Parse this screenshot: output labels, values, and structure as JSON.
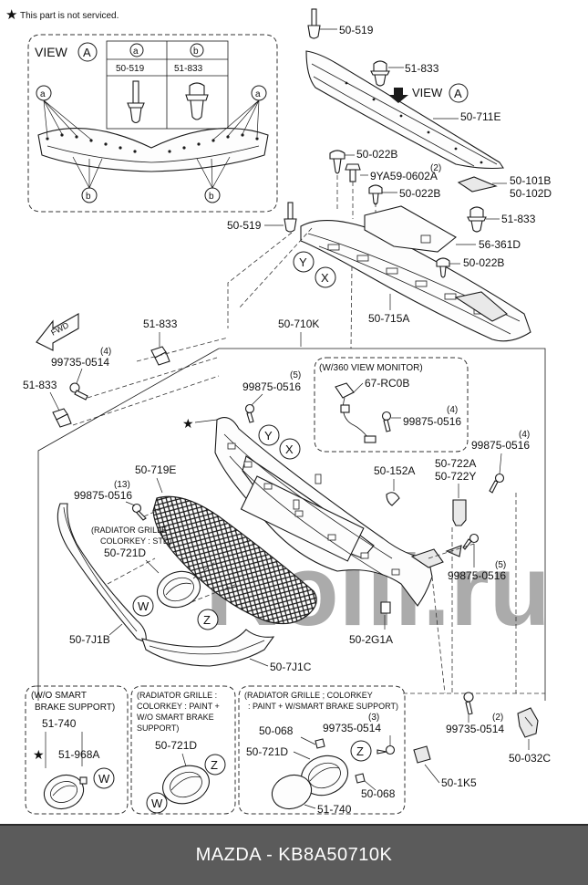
{
  "legend": {
    "star": "★",
    "text": "This part is not serviced."
  },
  "view_box": {
    "title": "VIEW",
    "view_letter": "A",
    "col_a_letter": "a",
    "col_b_letter": "b",
    "col_a_part": "50-519",
    "col_b_part": "51-833",
    "callout_a": "a",
    "callout_b": "b"
  },
  "view_arrow": {
    "text": "VIEW",
    "letter": "A"
  },
  "labels": {
    "p50_519_top": "50-519",
    "p51_833_top": "51-833",
    "p50_711e": "50-711E",
    "p50_022b_1": "50-022B",
    "p9ya59_qty": "(2)",
    "p9ya59": "9YA59-0602A",
    "p50_022b_2": "50-022B",
    "p50_101b": "50-101B",
    "p50_102d": "50-102D",
    "p51_833_mid": "51-833",
    "p50_519_left": "50-519",
    "p56_361d": "56-361D",
    "p50_022b_3": "50-022B",
    "p50_715a": "50-715A",
    "fwd": "FWD",
    "p51_833_a": "51-833",
    "p99735_qty": "(4)",
    "p99735": "99735-0514",
    "p51_833_b": "51-833",
    "p50_710k": "50-710K",
    "p99875_5_qty": "(5)",
    "p99875_5": "99875-0516",
    "monitor_note": "(W/360 VIEW MONITOR)",
    "p67_rc0b": "67-RC0B",
    "p99875_monitor_qty": "(4)",
    "p99875_monitor": "99875-0516",
    "p99875_right_qty": "(4)",
    "p99875_right": "99875-0516",
    "p50_719e": "50-719E",
    "p99875_13_qty": "(13)",
    "p99875_13": "99875-0516",
    "grille_note_1": "(RADIATOR GRILLE :",
    "grille_note_2": "COLORKEY : STD)",
    "p50_721d": "50-721D",
    "p50_152a": "50-152A",
    "p50_722a": "50-722A",
    "p50_722y": "50-722Y",
    "p99875_5b_qty": "(5)",
    "p99875_5b": "99875-0516",
    "p50_7j1b": "50-7J1B",
    "p50_2g1a": "50-2G1A",
    "p50_7j1c": "50-7J1C",
    "p99735_2_qty": "(2)",
    "p99735_2": "99735-0514",
    "p50_032c": "50-032C",
    "p50_1k5": "50-1K5"
  },
  "callouts": {
    "Y": "Y",
    "X": "X",
    "Z": "Z",
    "W": "W"
  },
  "box1": {
    "note_1": "(W/O SMART",
    "note_2": "BRAKE SUPPORT)",
    "p51_740": "51-740",
    "p51_968a": "51-968A",
    "callout": "W"
  },
  "box2": {
    "note_1": "(RADIATOR GRILLE :",
    "note_2": "COLORKEY : PAINT +",
    "note_3": "W/O SMART BRAKE",
    "note_4": "SUPPORT)",
    "p50_721d": "50-721D",
    "callout_z": "Z",
    "callout_w": "W"
  },
  "box3": {
    "note_1": "(RADIATOR GRILLE ; COLORKEY",
    "note_2": ": PAINT + W/SMART BRAKE SUPPORT)",
    "p50_068_a": "50-068",
    "p99735_qty": "(3)",
    "p99735": "99735-0514",
    "p50_721d": "50-721D",
    "callout_z": "Z",
    "p50_068_b": "50-068",
    "p51_740": "51-740"
  },
  "watermark": "Rolli.ru",
  "footer": {
    "title": "MAZDA - KB8A50710K"
  }
}
